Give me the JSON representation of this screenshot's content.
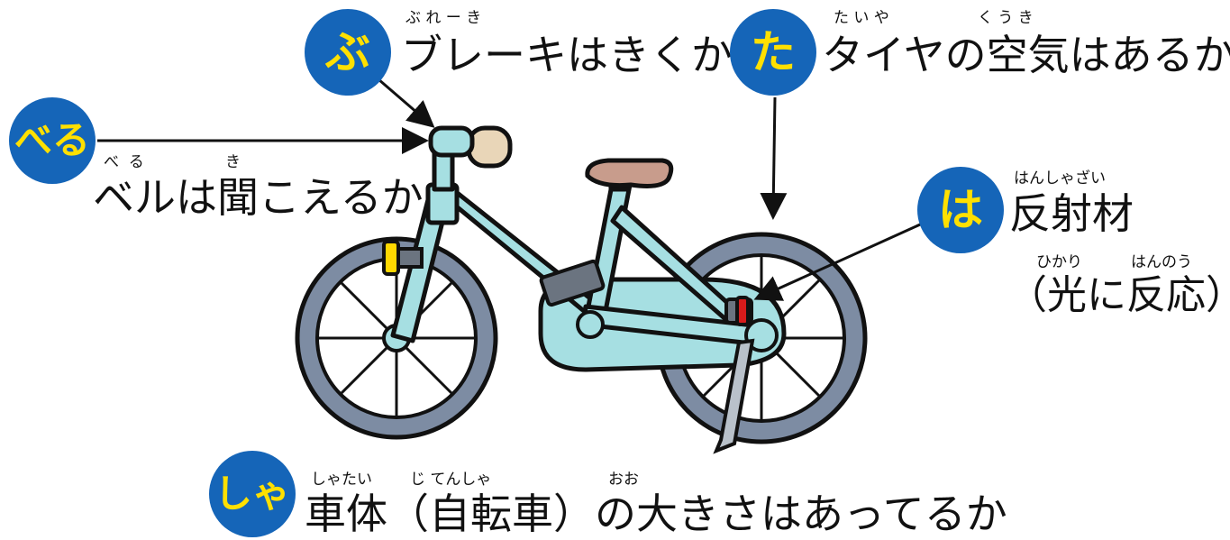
{
  "colors": {
    "badge_bg": "#1565b8",
    "badge_text": "#ffe000",
    "bike_frame": "#a6dfe2",
    "tire": "#7d8ca3",
    "grip": "#e9d6b8",
    "saddle": "#c89c8c",
    "reflector_red": "#d81b1b",
    "reflector_yellow": "#ffd800",
    "arrow": "#111111"
  },
  "items": {
    "brake": {
      "badge": "ぶ",
      "ruby": "ぶ れ ー き",
      "text": "ブレーキはきくか"
    },
    "tire": {
      "badge": "た",
      "ruby1": "た い や",
      "ruby2": "く う き",
      "text": "タイヤの空気はあるか"
    },
    "bell": {
      "badge": "べる",
      "ruby1": "べ  る",
      "ruby2": "き",
      "text": "ベルは聞こえるか"
    },
    "reflector": {
      "badge": "は",
      "ruby": "はんしゃざい",
      "text": "反射材",
      "sub_ruby1": "ひかり",
      "sub_ruby2": "はんのう",
      "sub_text": "（光に反応）"
    },
    "body": {
      "badge": "しゃ",
      "ruby1": "しゃたい",
      "ruby2": "じ てんしゃ",
      "ruby3": "おお",
      "text": "車体（自転車）の大きさはあってるか"
    }
  }
}
